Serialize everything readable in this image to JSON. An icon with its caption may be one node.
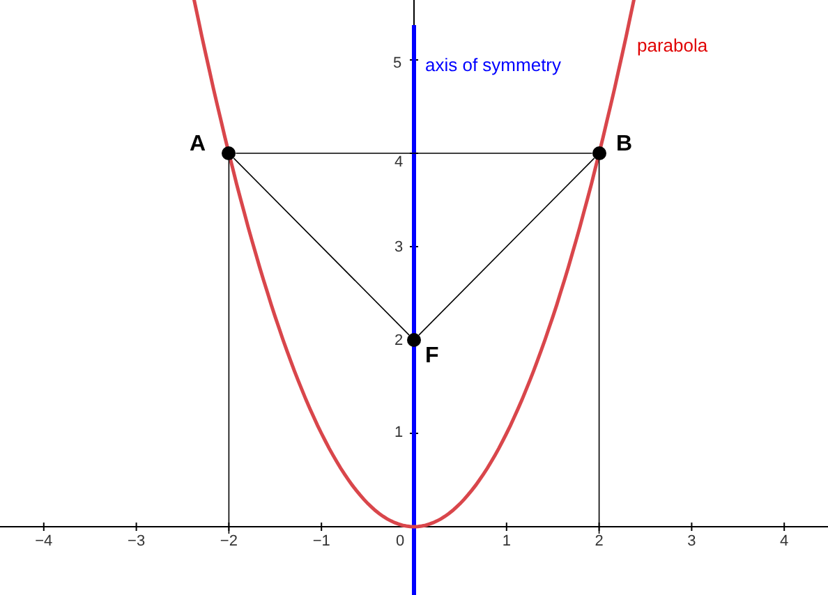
{
  "diagram": {
    "nodes": [
      {
        "text": [],
        "shape": "circle",
        "beside": [
          "A"
        ]
      },
      {
        "text": [],
        "shape": "circle",
        "beside": [
          "B"
        ]
      },
      {
        "text": [],
        "shape": "circle",
        "beside": [
          "F"
        ]
      },
      {
        "text": [
          "−2"
        ]
      },
      {
        "text": [
          "2"
        ]
      }
    ],
    "edges": [
      {
        "from": 0,
        "to": 1,
        "arrow": "none"
      },
      {
        "from": 0,
        "to": 2,
        "arrow": "none"
      },
      {
        "from": 1,
        "to": 2,
        "arrow": "none"
      },
      {
        "from": 0,
        "to": 3,
        "arrow": "none"
      },
      {
        "from": 1,
        "to": 4,
        "arrow": "none"
      }
    ],
    "labels": [
      "5",
      "axis of symmetry",
      "parabola",
      "4",
      "3",
      "2",
      "1",
      "−4",
      "−3",
      "−1",
      "0",
      "1",
      "3",
      "4"
    ]
  }
}
